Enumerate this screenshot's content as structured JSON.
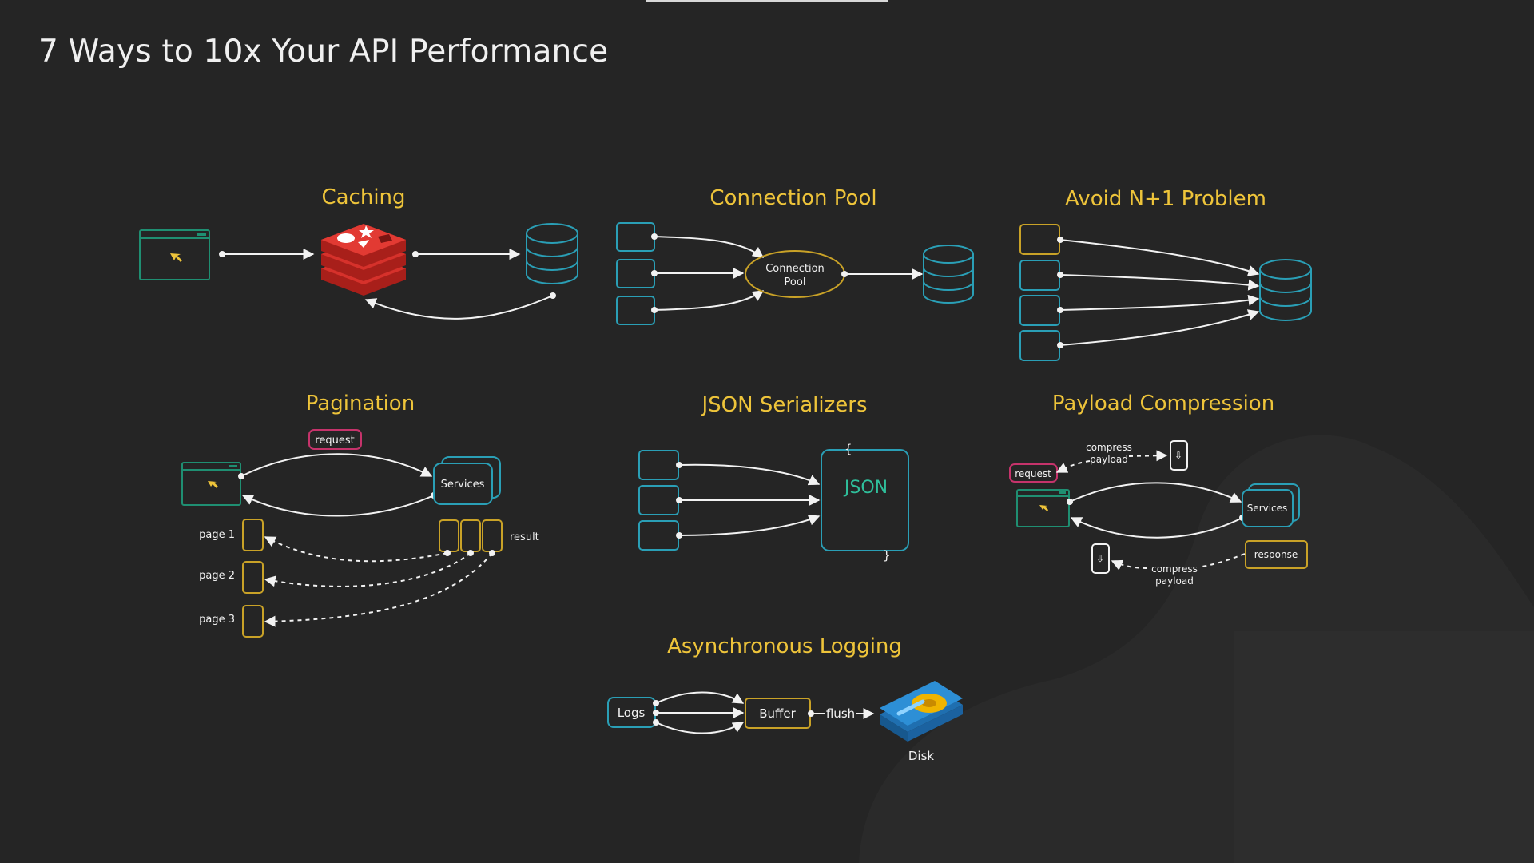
{
  "title": "7 Ways to 10x Your API Performance",
  "sections": {
    "caching": {
      "title": "Caching"
    },
    "connection_pool": {
      "title": "Connection Pool",
      "node_line1": "Connection",
      "node_line2": "Pool"
    },
    "avoid_n1": {
      "title": "Avoid N+1 Problem"
    },
    "pagination": {
      "title": "Pagination",
      "request": "request",
      "services": "Services",
      "result": "result",
      "pages": [
        "page 1",
        "page 2",
        "page 3"
      ]
    },
    "json_serializers": {
      "title": "JSON Serializers",
      "json": "JSON",
      "brace_open": "{",
      "brace_close": "}"
    },
    "payload_compression": {
      "title": "Payload Compression",
      "request": "request",
      "services": "Services",
      "response": "response",
      "compress_top_line1": "compress",
      "compress_top_line2": "payload",
      "compress_bottom_line1": "compress",
      "compress_bottom_line2": "payload"
    },
    "async_logging": {
      "title": "Asynchronous Logging",
      "logs": "Logs",
      "buffer": "Buffer",
      "flush": "flush",
      "disk": "Disk"
    }
  },
  "colors": {
    "background": "#252525",
    "heading": "#eec43a",
    "outline": "#2a9fb6",
    "client": "#1f8f72",
    "highlight": "#c9a227",
    "request_badge": "#c6336b",
    "redis": "#d6312b",
    "json_text": "#2fbf9b",
    "disk": "#2d8fd6"
  },
  "icons": [
    "browser-window-icon",
    "cursor-icon",
    "redis-icon",
    "database-icon",
    "compressed-file-icon",
    "hard-disk-icon"
  ]
}
